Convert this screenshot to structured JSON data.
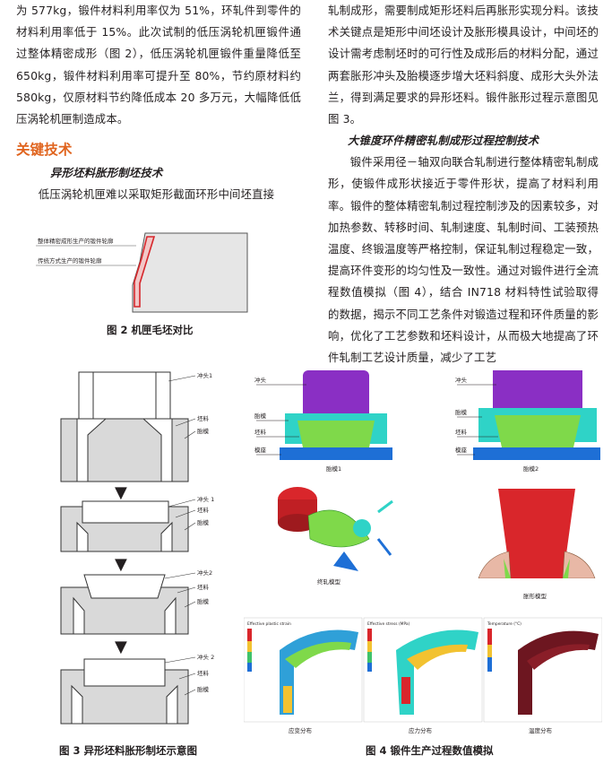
{
  "left": {
    "para1": "为 577kg，锻件材料利用率仅为 51%，环轧件到零件的材料利用率低于 15%。此次试制的低压涡轮机匣锻件通过整体精密成形（图 2），低压涡轮机匣锻件重量降低至 650kg，锻件材料利用率可提升至 80%，节约原材料约 580kg，仅原材料节约降低成本 20 多万元，大幅降低低压涡轮机匣制造成本。",
    "section_title": "关键技术",
    "sub1_title": "异形坯料胀形制坯技术",
    "sub1_text": "低压涡轮机匣难以采取矩形截面环形中间坯直接"
  },
  "right": {
    "para1": "轧制成形，需要制成矩形坯料后再胀形实现分料。该技术关键点是矩形中间坯设计及胀形模具设计，中间坯的设计需考虑制坯时的可行性及成形后的材料分配，通过两套胀形冲头及胎模逐步增大坯料斜度、成形大头外法兰，得到满足要求的异形坯料。锻件胀形过程示意图见图 3。",
    "sub2_title": "大锥度环件精密轧制成形过程控制技术",
    "sub2_text": "锻件采用径－轴双向联合轧制进行整体精密轧制成形，使锻件成形状接近于零件形状，提高了材料利用率。锻件的整体精密轧制过程控制涉及的因素较多，对加热参数、转移时间、轧制速度、轧制时间、工装预热温度、终锻温度等严格控制，保证轧制过程稳定一致，提高环件变形的均匀性及一致性。通过对锻件进行全流程数值模拟（图 4），结合 IN718 材料特性试验取得的数据，揭示不同工艺条件对锻造过程和环件质量的影响，优化了工艺参数和坯料设计，从而极大地提高了环件轧制工艺设计质量，减少了工艺"
  },
  "fig2": {
    "label1": "整体精密成形生产的锻件轮廓",
    "label2": "传统方式生产的锻件轮廓",
    "caption": "图 2  机匣毛坯对比"
  },
  "fig3": {
    "step1": {
      "punch": "冲头1",
      "blank": "坯料",
      "die": "胎模"
    },
    "step2": {
      "punch": "冲头 1",
      "blank": "坯料",
      "die": "胎模"
    },
    "step3": {
      "punch": "冲头2",
      "blank": "坯料",
      "die": "胎模"
    },
    "step4": {
      "punch": "冲头 2",
      "blank": "坯料",
      "die": "胎模"
    },
    "caption": "图 3  异形坯料胀形制坯示意图"
  },
  "fig4": {
    "sim1_labels": [
      "冲头",
      "胎模",
      "坯料",
      "模座"
    ],
    "sim1_caption": "胎模1",
    "sim2_caption": "胎模2",
    "roll_caption": "终轧模型",
    "bulge_caption": "胀形模型",
    "strain_legend_title": "Effective plastic strain",
    "strain_caption": "应变分布",
    "stress_legend_title": "Effective stress (MPa)",
    "stress_caption": "应力分布",
    "temp_legend_title": "Temperature (°C)",
    "temp_caption": "温度分布",
    "caption": "图 4  锻件生产过程数值模拟",
    "colors": {
      "punch": "#8a2fc4",
      "die": "#2fd3c7",
      "blank": "#7fd94a",
      "base": "#1e6fd6",
      "red": "#d9262b",
      "dark_red": "#6d1620"
    }
  }
}
